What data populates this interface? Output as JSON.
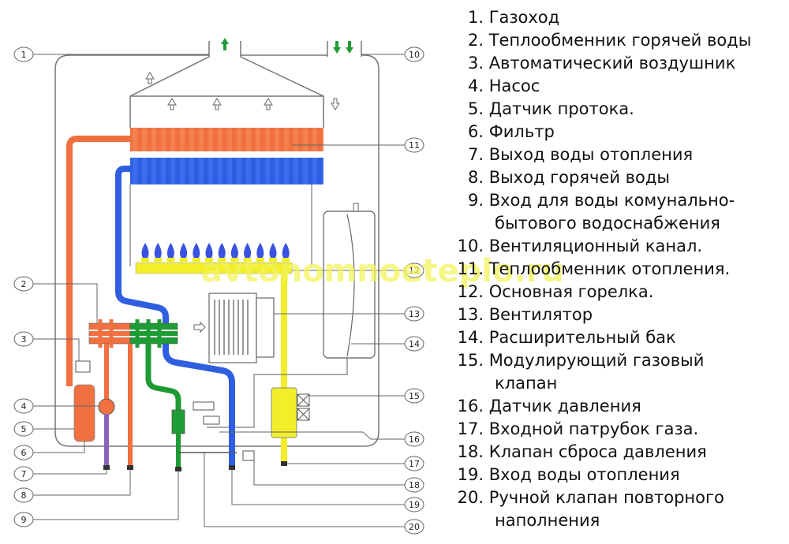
{
  "colors": {
    "hot": "#f07040",
    "cold": "#2f5fe0",
    "green": "#1f9b35",
    "yellow": "#f2ee2a",
    "purple": "#8a63b8",
    "outline": "#777777",
    "flame": "#3a52e0"
  },
  "watermark": "avtonomnoeteplo.ru",
  "callouts": [
    "1",
    "2",
    "3",
    "4",
    "5",
    "6",
    "7",
    "8",
    "9",
    "10",
    "11",
    "12",
    "13",
    "14",
    "15",
    "16",
    "17",
    "18",
    "19",
    "20"
  ],
  "legend": [
    {
      "n": "1.",
      "text": "Газоход"
    },
    {
      "n": "2.",
      "text": "Теплообменник горячей воды"
    },
    {
      "n": "3.",
      "text": "Автоматический воздушник"
    },
    {
      "n": "4.",
      "text": "Насос"
    },
    {
      "n": "5.",
      "text": "Датчик протока."
    },
    {
      "n": "6.",
      "text": "Фильтр"
    },
    {
      "n": "7.",
      "text": "Выход воды отопления"
    },
    {
      "n": "8.",
      "text": "Выход горячей воды"
    },
    {
      "n": "9.",
      "text": "Вход для воды комунально-",
      "cont": "бытового водоснабжения"
    },
    {
      "n": "10.",
      "text": "Вентиляционный канал."
    },
    {
      "n": "11.",
      "text": "Теплообменник отопления."
    },
    {
      "n": "12.",
      "text": "Основная горелка."
    },
    {
      "n": "13.",
      "text": "Вентилятор"
    },
    {
      "n": "14.",
      "text": "Расширительный бак"
    },
    {
      "n": "15.",
      "text": "Модулирующий газовый",
      "cont": "клапан"
    },
    {
      "n": "16.",
      "text": "Датчик давления"
    },
    {
      "n": "17.",
      "text": "Входной патрубок газа."
    },
    {
      "n": "18.",
      "text": "Клапан сброса давления"
    },
    {
      "n": "19.",
      "text": "Вход воды отопления"
    },
    {
      "n": "20.",
      "text": "Ручной клапан повторного",
      "cont": "наполнения"
    }
  ]
}
